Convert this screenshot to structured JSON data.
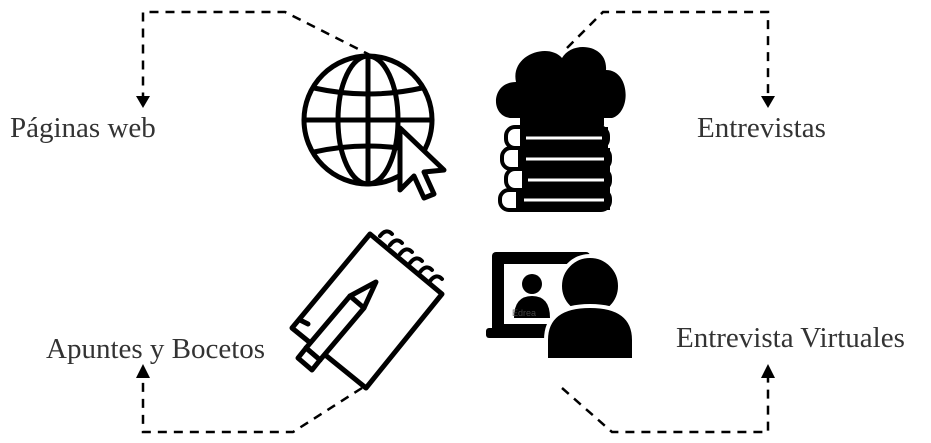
{
  "labels": {
    "web": "Páginas web",
    "interviews": "Entrevistas",
    "notes": "Apuntes y Bocetos",
    "virtual": "Entrevista Virtuales"
  },
  "colors": {
    "icon": "#000000",
    "text": "#333333",
    "connector": "#000000",
    "background": "#ffffff"
  },
  "icons": [
    "globe-cursor-icon",
    "cloud-books-icon",
    "notepad-pencil-icon",
    "video-call-icon"
  ]
}
